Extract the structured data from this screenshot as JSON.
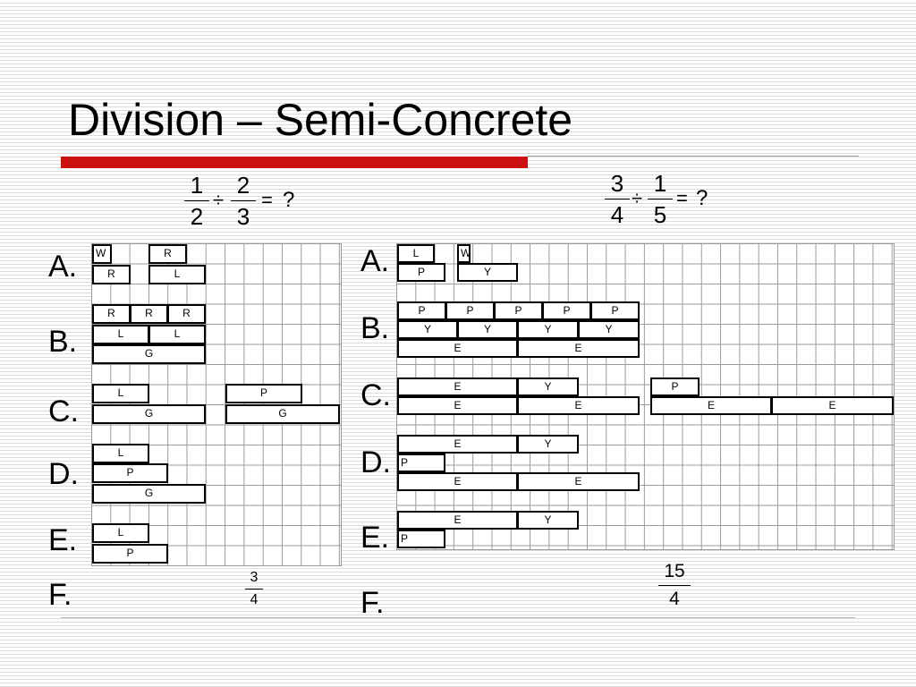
{
  "slide": {
    "title": "Division – Semi-Concrete"
  },
  "left_problem": {
    "a_num": "1",
    "a_den": "2",
    "op": "÷",
    "b_num": "2",
    "b_den": "3",
    "eq": "=",
    "q": "?",
    "labels": {
      "a": "A.",
      "b": "B.",
      "c": "C.",
      "d": "D.",
      "e": "E.",
      "f": "F."
    },
    "rows": {
      "a": [
        "W",
        "R",
        "R",
        "L"
      ],
      "b": [
        "R",
        "R",
        "R",
        "L",
        "L",
        "G"
      ],
      "c": [
        "L",
        "G",
        "P",
        "G"
      ],
      "d": [
        "L",
        "P",
        "G"
      ],
      "e": [
        "L",
        "P"
      ]
    },
    "answer": {
      "num": "3",
      "den": "4"
    }
  },
  "right_problem": {
    "a_num": "3",
    "a_den": "4",
    "op": "÷",
    "b_num": "1",
    "b_den": "5",
    "eq": "=",
    "q": "?",
    "labels": {
      "a": "A.",
      "b": "B.",
      "c": "C.",
      "d": "D.",
      "e": "E.",
      "f": "F."
    },
    "rows": {
      "a": [
        "L",
        "W",
        "P",
        "Y"
      ],
      "b": [
        "P",
        "P",
        "P",
        "P",
        "P",
        "Y",
        "Y",
        "Y",
        "Y",
        "E",
        "E"
      ],
      "c": [
        "E",
        "Y",
        "E",
        "E",
        "P",
        "E",
        "E"
      ],
      "d": [
        "E",
        "Y",
        "P",
        "E",
        "E"
      ],
      "e": [
        "E",
        "Y",
        "P"
      ]
    },
    "answer": {
      "num": "15",
      "den": "4"
    }
  }
}
